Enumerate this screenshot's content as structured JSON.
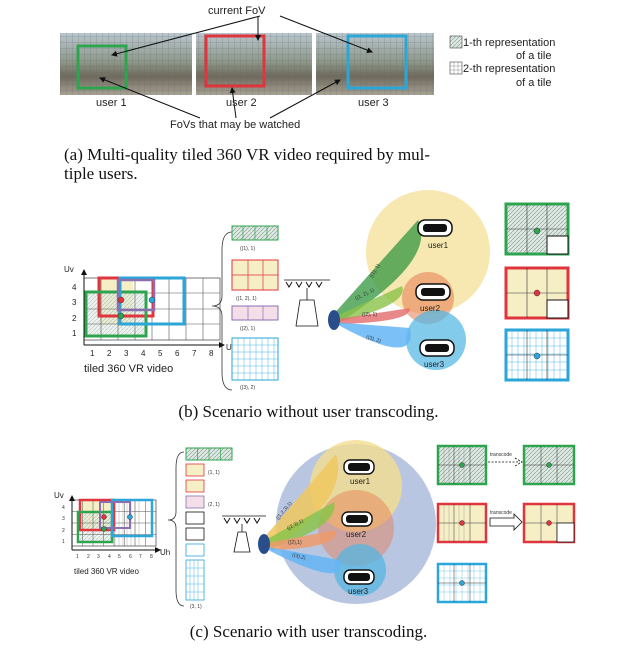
{
  "panel_a": {
    "top_label": "current FoV",
    "bottom_label": "FoVs that may be watched",
    "users": [
      "user 1",
      "user 2",
      "user 3"
    ],
    "legend": {
      "rep1_line1": "1-th representation",
      "rep1_line2": "of a tile",
      "rep2_line1": "2-th representation",
      "rep2_line2": "of a tile"
    },
    "caption_line1": "(a) Multi-quality tiled 360 VR video required by mul-",
    "caption_line2": "tiple users."
  },
  "panel_b": {
    "axis_y": "Uv",
    "axis_x": "Uh",
    "y_ticks": [
      "4",
      "3",
      "2",
      "1"
    ],
    "x_ticks": [
      "1",
      "2",
      "3",
      "4",
      "5",
      "6",
      "7",
      "8"
    ],
    "video_label": "tiled 360 VR video",
    "tile_labels": [
      "((1), 1)",
      "((1, 2), 1)",
      "((2), 1)",
      "((3), 2)"
    ],
    "beam_labels": [
      "((1), 1)",
      "((1, 2), 1)",
      "((2), 1)",
      "((3), 2)"
    ],
    "users": [
      "user1",
      "user2",
      "user3"
    ],
    "caption": "(b) Scenario without user transcoding."
  },
  "panel_c": {
    "axis_y": "Uv",
    "axis_x": "Uh",
    "y_ticks": [
      "4",
      "3",
      "2",
      "1"
    ],
    "x_ticks": [
      "1",
      "2",
      "3",
      "4",
      "5",
      "6",
      "7",
      "8"
    ],
    "video_label": "tiled 360 VR video",
    "tile_labels": [
      "(1, 1)",
      "(2, 1)",
      "(3, 1)"
    ],
    "beam_labels": [
      "((1,2,3),1)",
      "((2,3),1)",
      "((2),1)",
      "((3),2)"
    ],
    "users": [
      "user1",
      "user2",
      "user3"
    ],
    "transcode_label": "transcode",
    "caption": "(c) Scenario with user transcoding."
  },
  "colors": {
    "green": "#2ea44f",
    "red": "#e0353d",
    "blue": "#2aa6d9",
    "purple": "#8b6fb0",
    "yellow": "#f0d98a",
    "grid": "#555555"
  }
}
